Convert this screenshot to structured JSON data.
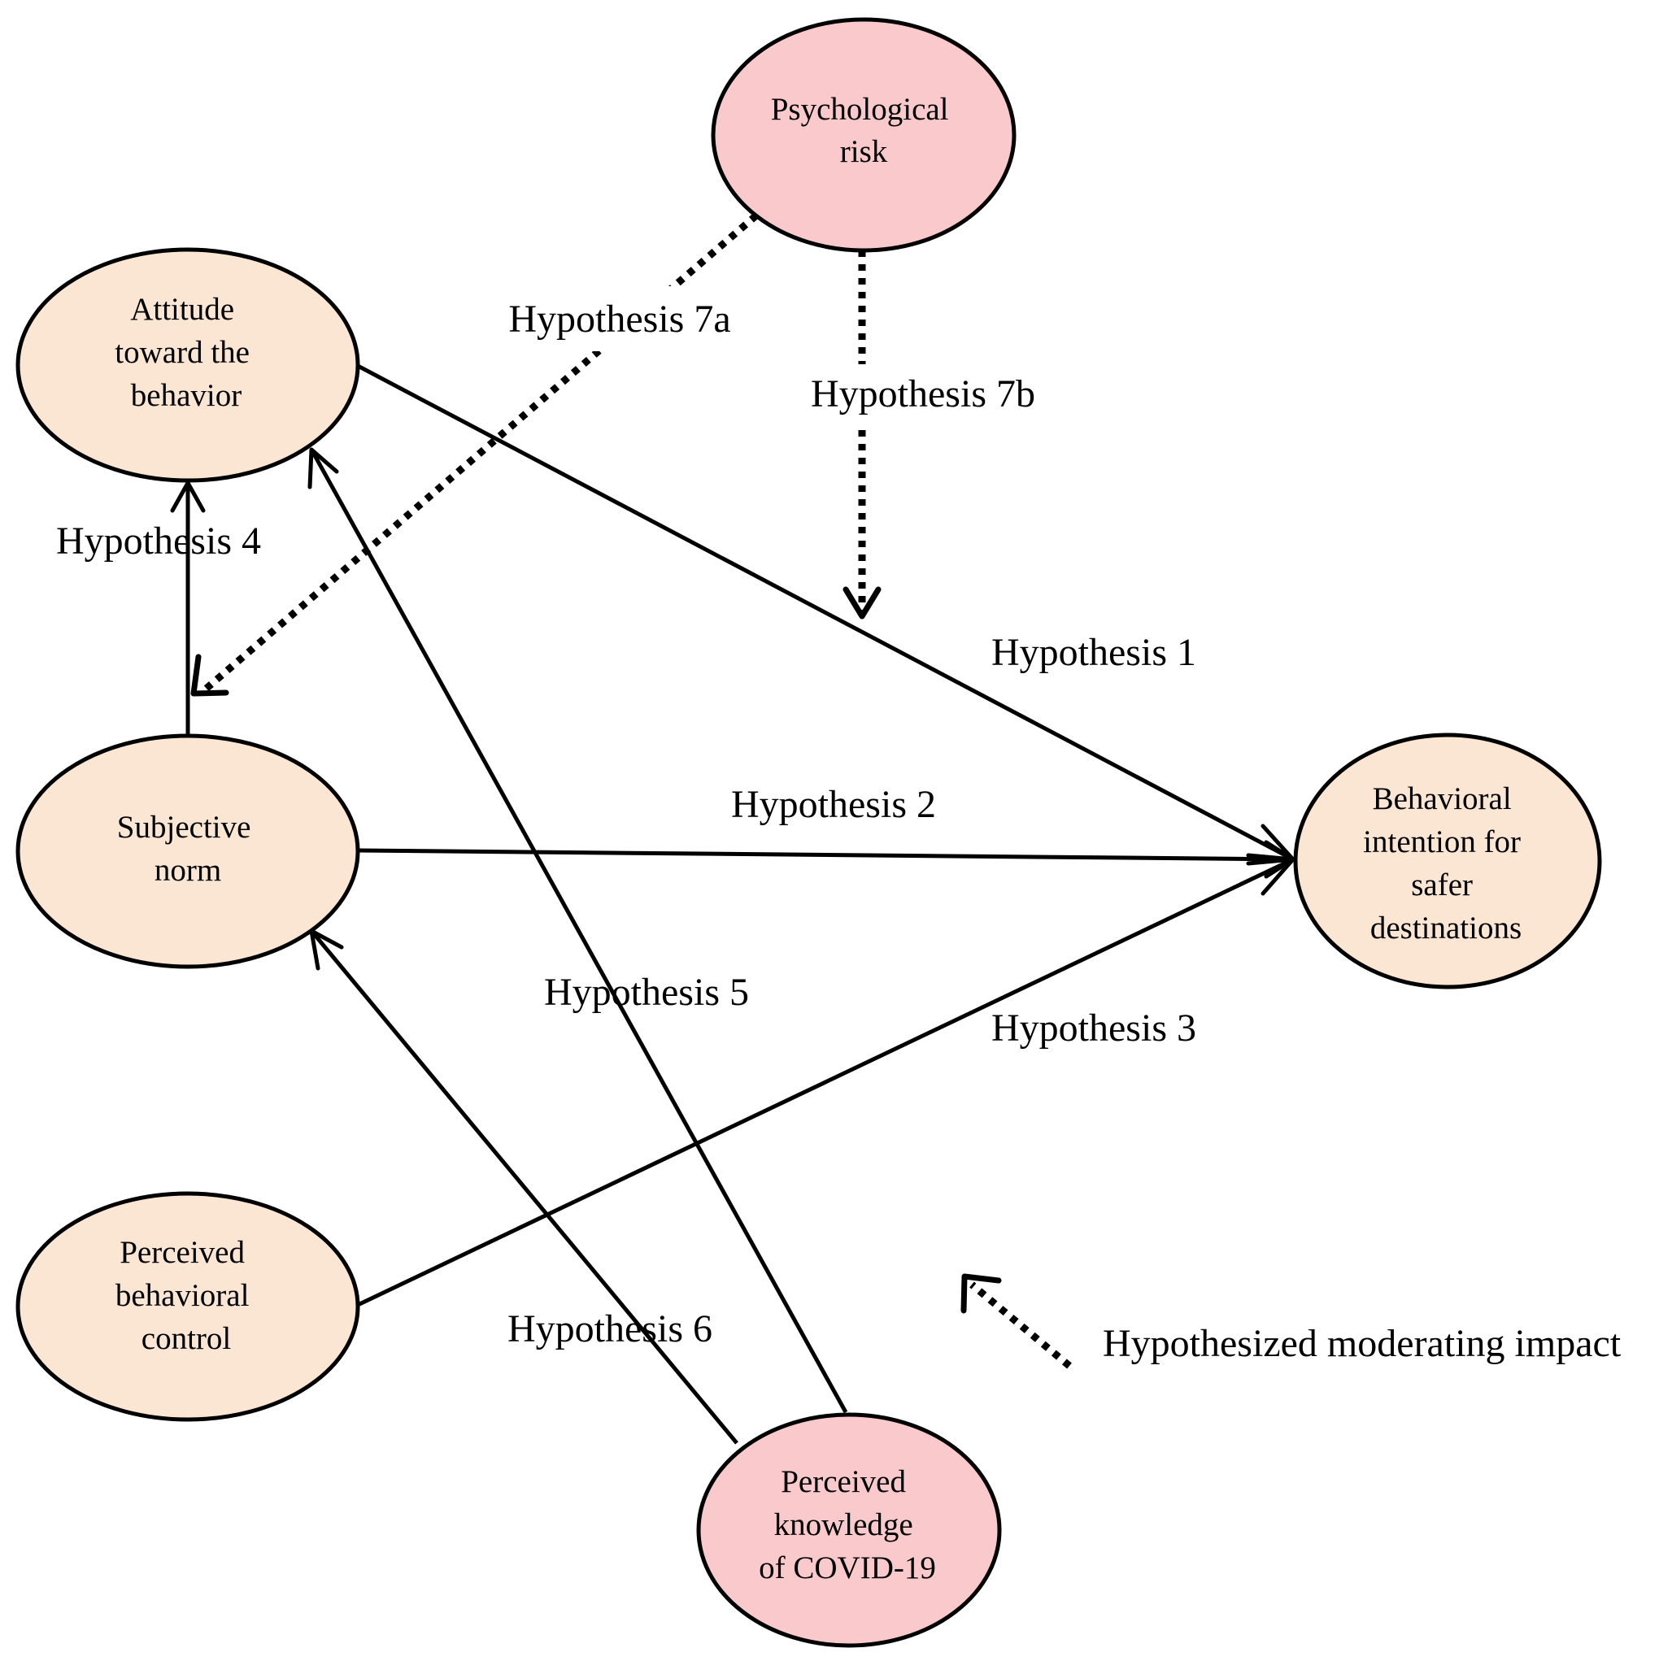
{
  "colors": {
    "construct_fill": "#fae6d2",
    "moderator_fill": "#f9c9cc",
    "stroke": "#000000",
    "background": "#ffffff"
  },
  "nodes": {
    "psychological_risk": {
      "lines": [
        "Psychological",
        "risk"
      ]
    },
    "attitude": {
      "lines": [
        "Attitude",
        "toward the",
        "behavior"
      ]
    },
    "subjective_norm": {
      "lines": [
        "Subjective",
        "norm"
      ]
    },
    "perceived_behavioral_control": {
      "lines": [
        "Perceived",
        "behavioral",
        "control"
      ]
    },
    "behavioral_intention": {
      "lines": [
        "Behavioral",
        "intention for",
        "safer",
        "destinations"
      ]
    },
    "perceived_knowledge": {
      "lines": [
        "Perceived",
        "knowledge",
        "of COVID-19"
      ]
    }
  },
  "edges": {
    "h1": {
      "label": "Hypothesis 1",
      "from": "attitude",
      "to": "behavioral_intention",
      "style": "solid"
    },
    "h2": {
      "label": "Hypothesis 2",
      "from": "subjective_norm",
      "to": "behavioral_intention",
      "style": "solid"
    },
    "h3": {
      "label": "Hypothesis 3",
      "from": "perceived_behavioral_control",
      "to": "behavioral_intention",
      "style": "solid"
    },
    "h4": {
      "label": "Hypothesis 4",
      "from": "subjective_norm",
      "to": "attitude",
      "style": "solid"
    },
    "h5": {
      "label": "Hypothesis 5",
      "from": "perceived_knowledge",
      "to": "attitude",
      "style": "solid"
    },
    "h6": {
      "label": "Hypothesis 6",
      "from": "perceived_knowledge",
      "to": "subjective_norm",
      "style": "solid"
    },
    "h7a": {
      "label": "Hypothesis 7a",
      "from": "psychological_risk",
      "to": "edge:h4",
      "style": "dotted"
    },
    "h7b": {
      "label": "Hypothesis 7b",
      "from": "psychological_risk",
      "to": "edge:h1",
      "style": "dotted"
    }
  },
  "legend": {
    "icon": "dotted-arrow-icon",
    "text": "Hypothesized moderating impact"
  }
}
